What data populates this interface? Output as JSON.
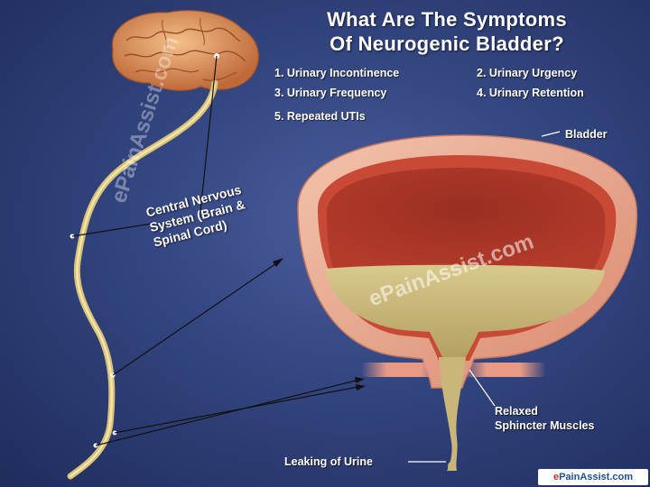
{
  "title": {
    "line1": "What Are The Symptoms",
    "line2": "Of Neurogenic Bladder?"
  },
  "symptoms": [
    "1. Urinary Incontinence",
    "2. Urinary Urgency",
    "3. Urinary Frequency",
    "4. Urinary Retention",
    "5. Repeated UTIs"
  ],
  "labels": {
    "bladder": "Bladder",
    "cns_line1": "Central Nervous",
    "cns_line2": "System (Brain &",
    "cns_line3": "Spinal Cord)",
    "sphincter_line1": "Relaxed",
    "sphincter_line2": "Sphincter Muscles",
    "leaking": "Leaking of Urine"
  },
  "watermarks": {
    "spine": "ePainAssist.com",
    "bladder": "ePainAssist.com"
  },
  "logo": {
    "e": "e",
    "rest": "PainAssist.com"
  },
  "colors": {
    "background": "#33457f",
    "bladder_wall": "#e9a88e",
    "bladder_inner": "#c0392b",
    "urine": "#c9b77a",
    "nerve": "#d8c27a",
    "brain": "#e3a070"
  },
  "icons": [
    "brain-illustration",
    "bladder-illustration"
  ]
}
